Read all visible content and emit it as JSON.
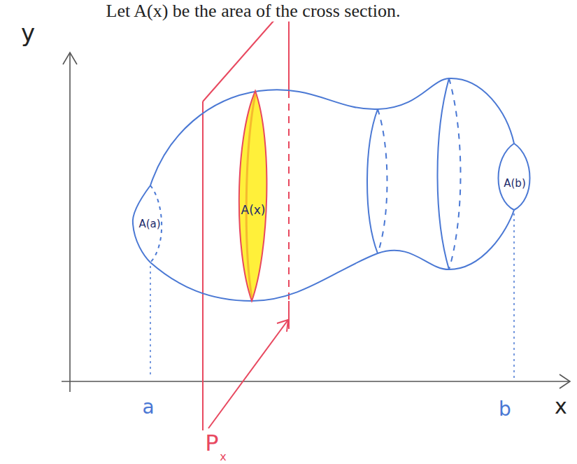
{
  "diagram": {
    "labels": [
      "Let A(x) be the area of the cross section.",
      "y",
      "x",
      "a",
      "b",
      "P",
      "x",
      "A(a)",
      "A(x)",
      "A(b)"
    ]
  }
}
